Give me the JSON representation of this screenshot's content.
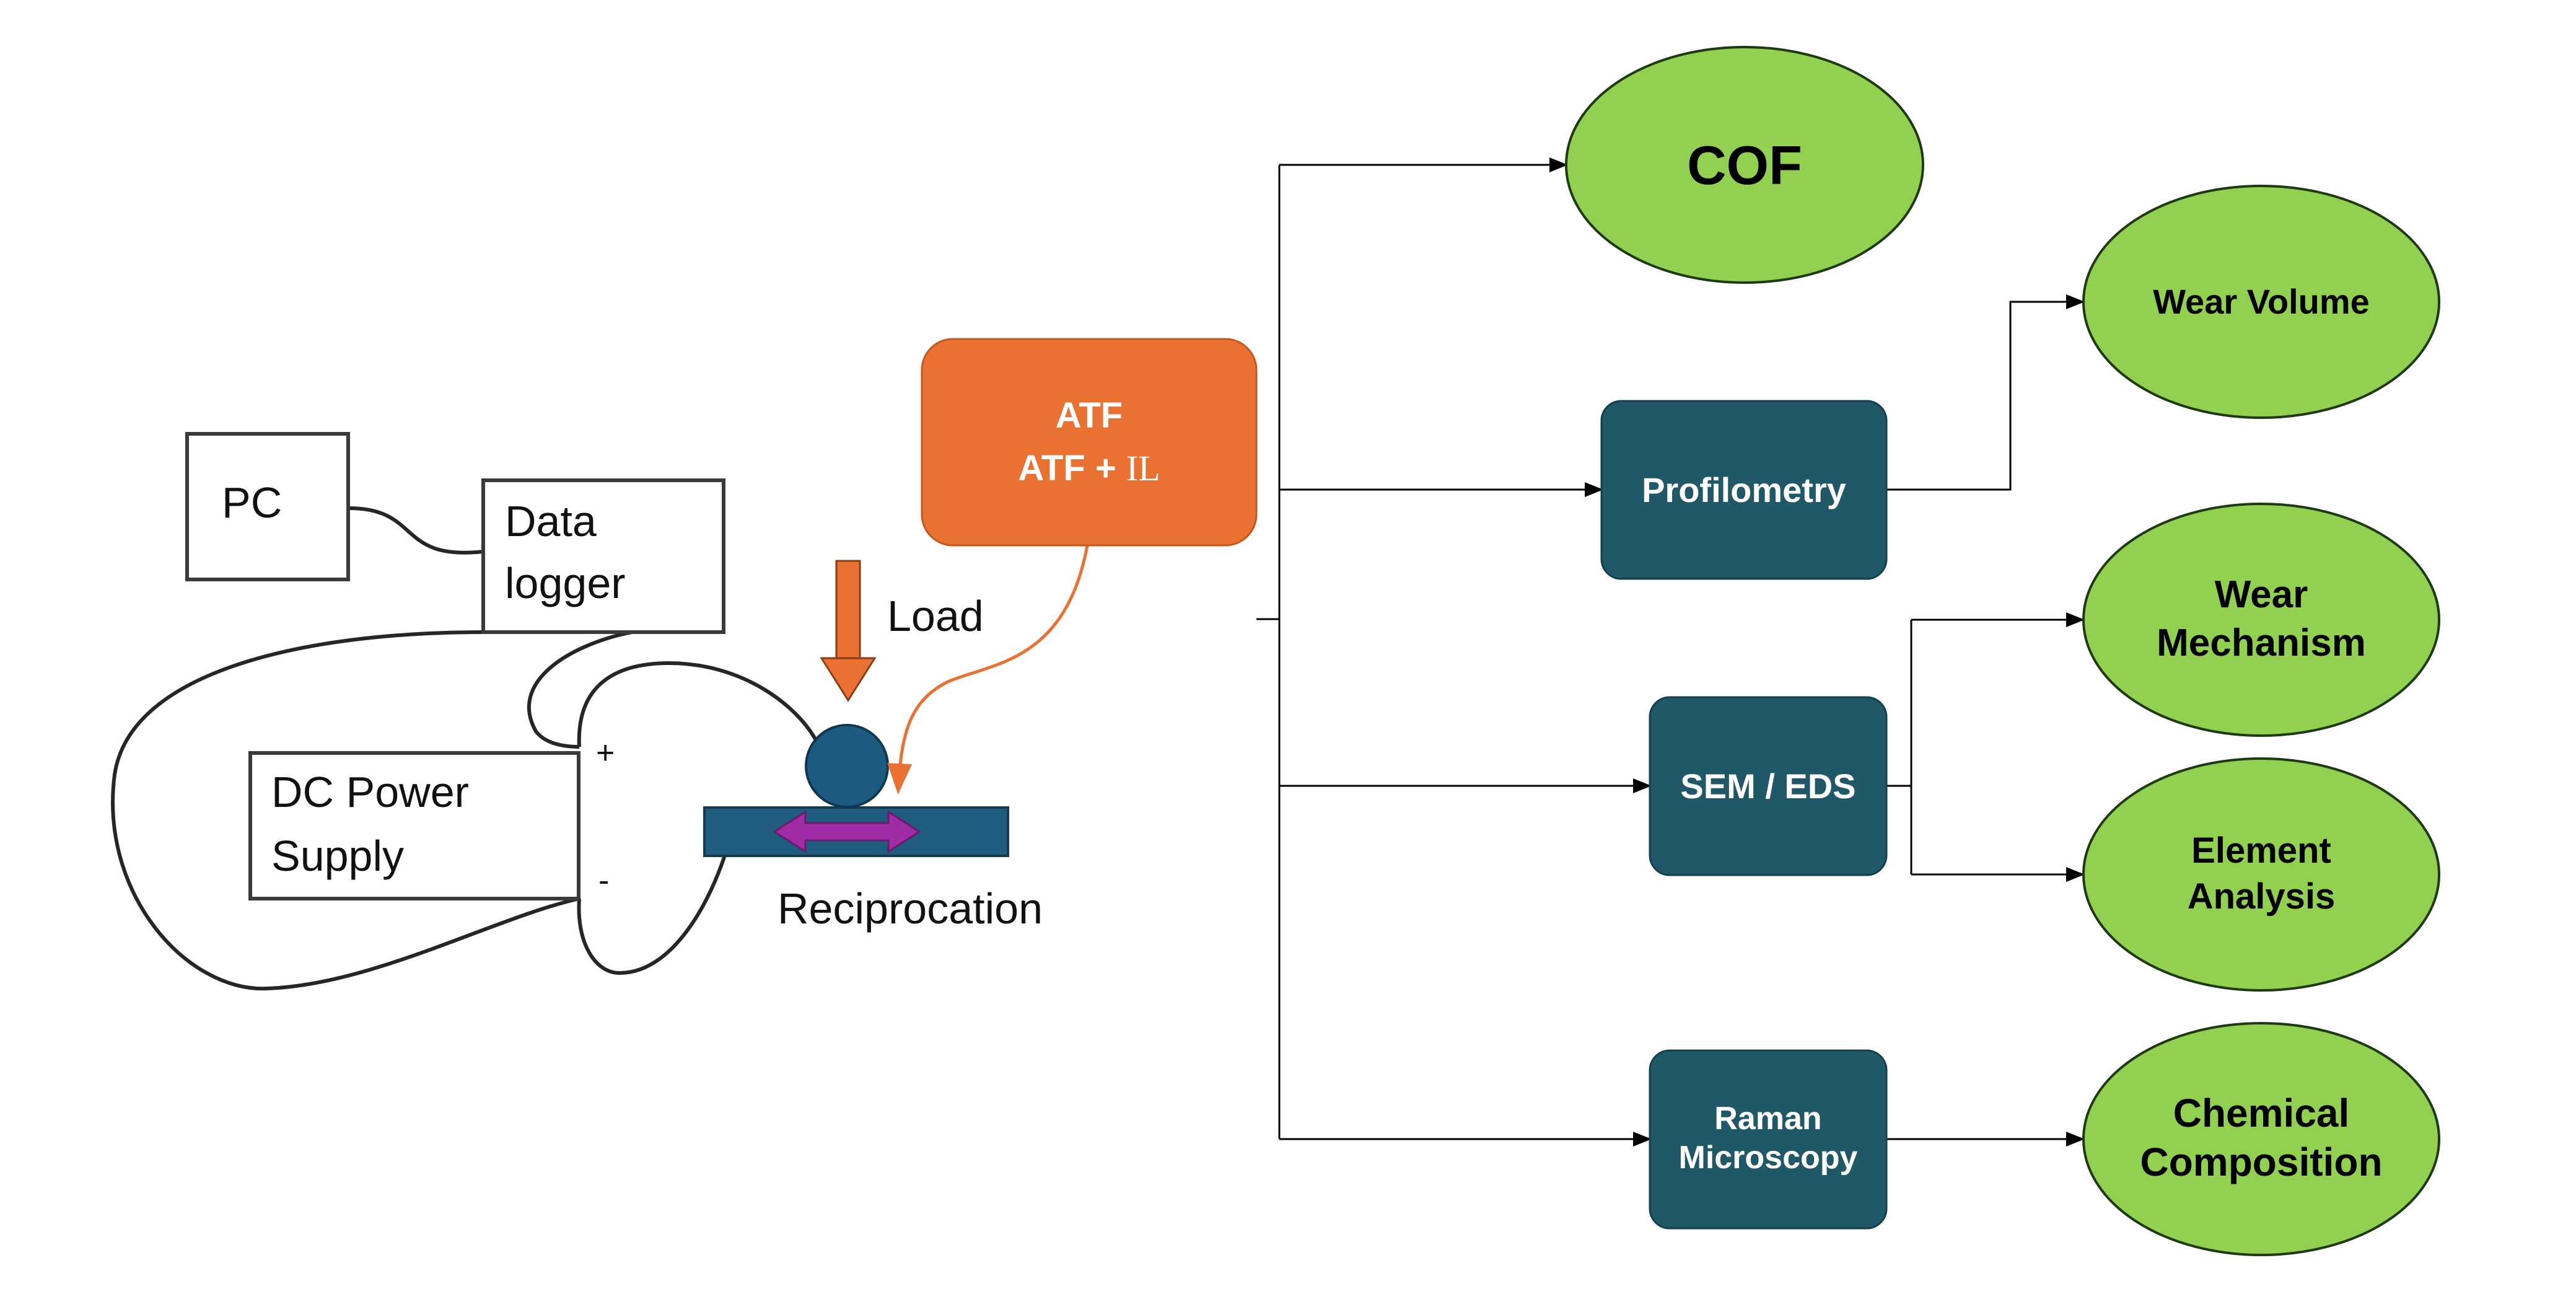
{
  "setup": {
    "pc": "PC",
    "data_logger_line1": "Data",
    "data_logger_line2": "logger",
    "dc_power_line1": "DC Power",
    "dc_power_line2": "Supply",
    "plus": "+",
    "minus": "-",
    "load": "Load",
    "reciprocation": "Reciprocation"
  },
  "lubricant": {
    "line1": "ATF",
    "line2_prefix": "ATF + ",
    "line2_suffix": "IL"
  },
  "methods": {
    "profilometry": "Profilometry",
    "sem_eds": "SEM / EDS",
    "raman_line1": "Raman",
    "raman_line2": "Microscopy"
  },
  "results": {
    "cof": "COF",
    "wear_volume": "Wear Volume",
    "wear_mechanism_line1": "Wear",
    "wear_mechanism_line2": "Mechanism",
    "element_analysis_line1": "Element",
    "element_analysis_line2": "Analysis",
    "chemical_composition_line1": "Chemical",
    "chemical_composition_line2": "Composition"
  },
  "colors": {
    "orange": "#E97132",
    "dark_teal": "#215867",
    "green": "#92D050",
    "ball": "#1D5A80",
    "plate": "#1F5C7D",
    "arrow_purple": "#A12DA6",
    "line": "#000000",
    "wire": "#262626"
  }
}
